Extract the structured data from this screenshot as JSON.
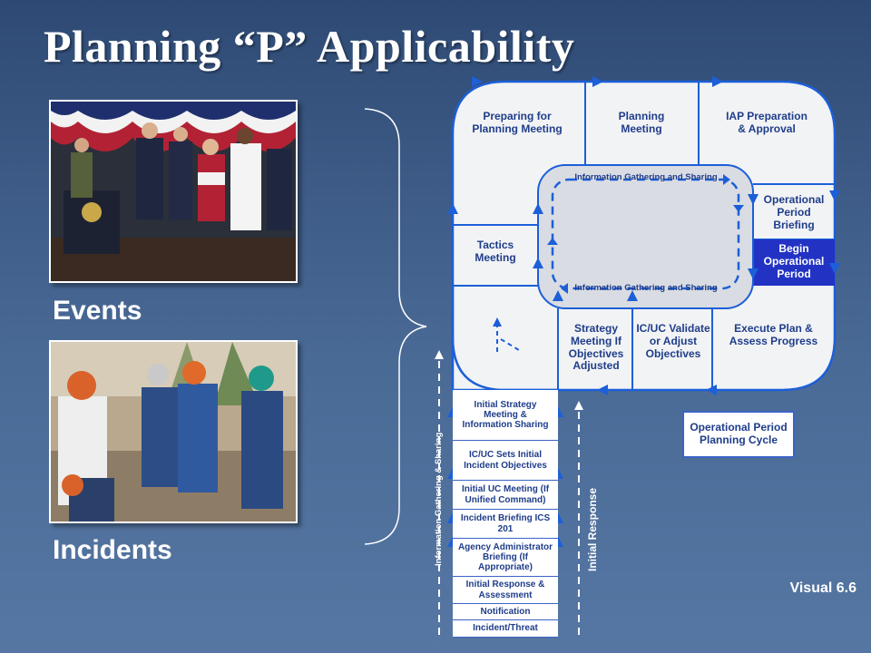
{
  "slide": {
    "title": "Planning “P” Applicability",
    "events_label": "Events",
    "incidents_label": "Incidents",
    "visual_label": "Visual 6.6",
    "photos": [
      {
        "id": "events-photo",
        "subject": "officials at podium"
      },
      {
        "id": "incidents-photo",
        "subject": "rescue workers in rubble"
      }
    ]
  },
  "planning_p": {
    "top_cells": {
      "preparing": "Preparing for Planning Meeting",
      "planning_meeting": "Planning Meeting",
      "iap": "IAP Preparation & Approval"
    },
    "right_cells": {
      "operational_briefing": "Operational Period Briefing",
      "begin_period": "Begin Operational Period"
    },
    "left_cells": {
      "tactics": "Tactics Meeting"
    },
    "bottom_cells": {
      "strategy": "Strategy Meeting If Objectives Adjusted",
      "icuc_validate": "IC/UC Validate or Adjust Objectives",
      "execute": "Execute Plan & Assess Progress"
    },
    "info_gathering_top": "Information Gathering and Sharing",
    "info_gathering_bottom": "Information Gathering and Sharing",
    "operational_cycle": "Operational Period Planning Cycle",
    "stack": [
      "Initial Strategy Meeting & Information Sharing",
      "IC/UC Sets Initial Incident Objectives",
      "Initial UC Meeting (If Unified Command)",
      "Incident Briefing ICS 201",
      "Agency Administrator Briefing (If Appropriate)",
      "Initial Response & Assessment",
      "Notification",
      "Incident/Threat"
    ],
    "side_label_left": "Information Gathering & Sharing",
    "side_label_right": "Initial Response"
  },
  "colors": {
    "accent": "#1f3d8a",
    "arrow": "#1c5fd8",
    "begin_period_fill": "#2233c4",
    "cell_fill": "#f2f3f5",
    "inner_fill": "#d9dce2"
  }
}
